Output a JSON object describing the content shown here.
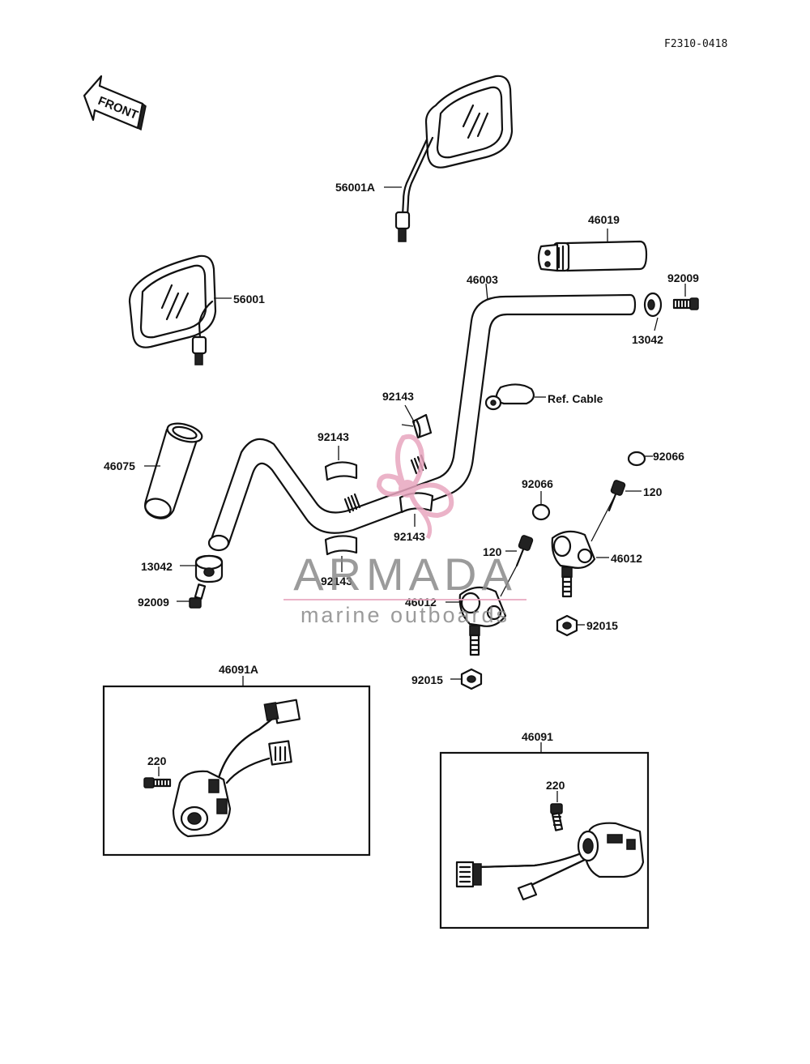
{
  "diagram_code": "F2310-0418",
  "front_arrow_label": "FRONT",
  "watermark": {
    "brand": "ARMADA",
    "tagline": "marine outboards",
    "brand_color": "#8a8a8a",
    "accent_color": "#e8a6bf"
  },
  "labels": {
    "mirror_left": "56001",
    "mirror_right": "56001A",
    "throttle_grip": "46019",
    "handlebar": "46003",
    "bolt_right_end": "92009",
    "weight_right_end": "13042",
    "ref_cable": "Ref. Cable",
    "clip_top": "92143",
    "clip_upper_left": "92143",
    "clip_middle": "92143",
    "clip_lower": "92143",
    "cap_right": "92066",
    "cap_middle": "92066",
    "bolt_holder_right": "120",
    "bolt_holder_left": "120",
    "grip_left": "46075",
    "weight_left_end": "13042",
    "bolt_left_end": "92009",
    "holder_right": "46012",
    "holder_left": "46012",
    "nut_right": "92015",
    "nut_left": "92015",
    "switch_left": "46091A",
    "screw_switch_left": "220",
    "switch_right": "46091",
    "screw_switch_right": "220"
  }
}
